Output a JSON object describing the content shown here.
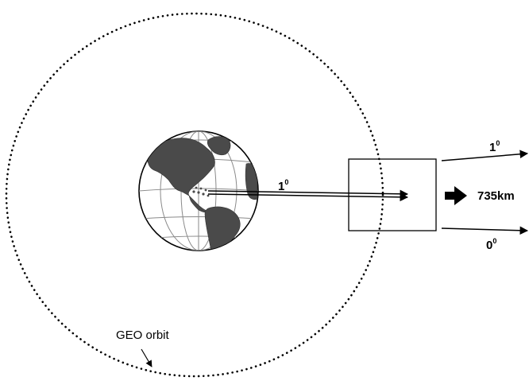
{
  "labels": {
    "orbit": "GEO orbit",
    "angle_center": "1",
    "angle_top_right": "1",
    "angle_bottom_right": "0",
    "degree_symbol": "0",
    "distance": "735km"
  },
  "colors": {
    "ink": "#000000",
    "ocean": "#ffffff",
    "land": "#4a4a4a",
    "grid": "#8a8a8a"
  },
  "icons": {
    "earth": "earth-globe-icon",
    "big_arrow": "thick-right-arrow-icon"
  }
}
